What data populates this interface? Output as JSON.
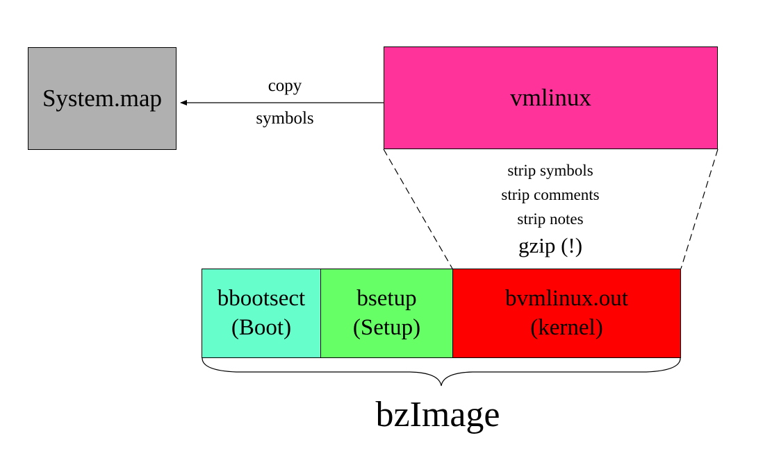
{
  "system_map": {
    "label": "System.map",
    "color": "#b0b0b0"
  },
  "vmlinux": {
    "label": "vmlinux",
    "color": "#ff3399"
  },
  "arrow": {
    "top_label": "copy",
    "bottom_label": "symbols"
  },
  "processing_steps": [
    "strip symbols",
    "strip comments",
    "strip notes",
    "gzip (!)"
  ],
  "segments": [
    {
      "name": "bbootsect",
      "sub": "(Boot)",
      "color": "#66ffcc"
    },
    {
      "name": "bsetup",
      "sub": "(Setup)",
      "color": "#66ff66"
    },
    {
      "name": "bvmlinux.out",
      "sub": "(kernel)",
      "color": "#ff0000"
    }
  ],
  "image_label": "bzImage"
}
